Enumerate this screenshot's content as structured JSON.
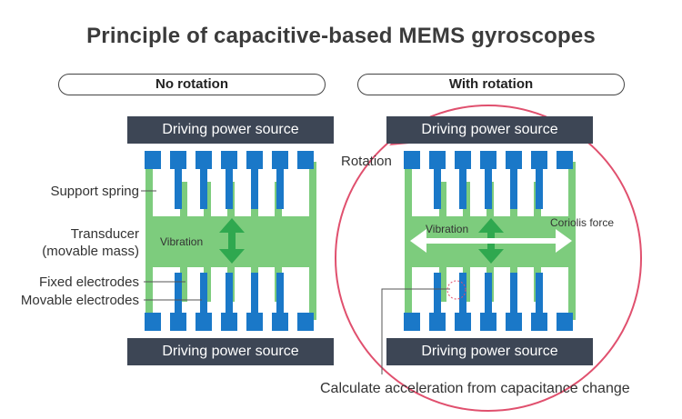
{
  "title": "Principle of capacitive-based MEMS gyroscopes",
  "left_panel": {
    "header": "No rotation",
    "top_bar": "Driving power source",
    "bottom_bar": "Driving power source",
    "vibration_label": "Vibration"
  },
  "right_panel": {
    "header": "With rotation",
    "top_bar": "Driving power source",
    "bottom_bar": "Driving power source",
    "vibration_label": "Vibration",
    "coriolis_label": "Coriolis force",
    "rotation_label": "Rotation",
    "caption": "Calculate acceleration from capacitance change"
  },
  "callouts": {
    "support_spring": "Support spring",
    "transducer_line1": "Transducer",
    "transducer_line2": "(movable mass)",
    "fixed_electrodes": "Fixed electrodes",
    "movable_electrodes": "Movable electrodes"
  },
  "colors": {
    "bar": "#3d4655",
    "electrode_blue": "#1a78c8",
    "spring_green": "#7dcc7d",
    "arrow_green": "#2fa84f",
    "rotation_red": "#e0506e"
  }
}
